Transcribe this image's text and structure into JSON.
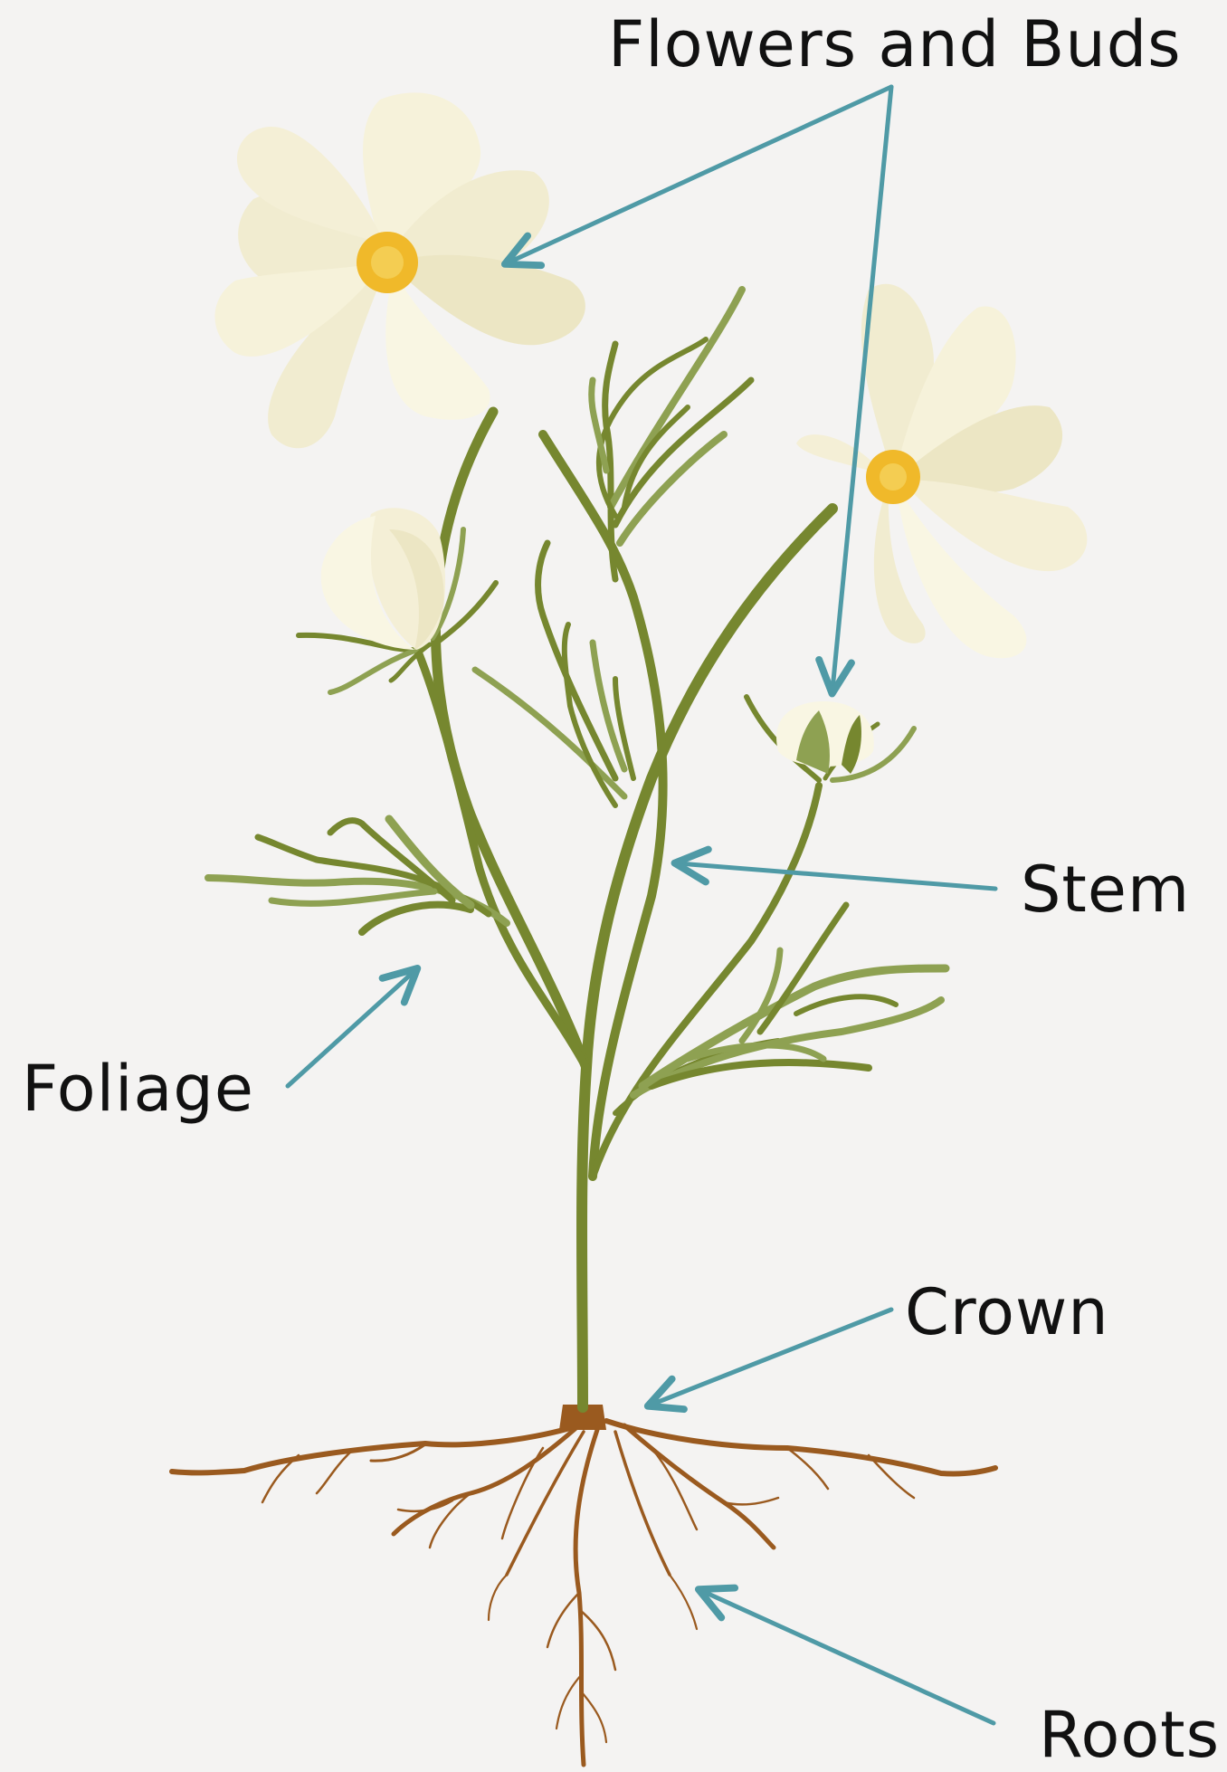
{
  "labels": {
    "flowers": "Flowers and Buds",
    "stem": "Stem",
    "foliage": "Foliage",
    "crown": "Crown",
    "roots": "Roots"
  },
  "colors": {
    "background": "#f4f3f2",
    "arrow": "#4f9aa6",
    "stem": "#76872f",
    "leaf_light": "#8ea152",
    "petal": "#f8f5df",
    "petal_shade": "#ece7c7",
    "flower_center": "#f0b92a",
    "root": "#9a5a1f"
  },
  "icons": {
    "arrows": "arrow-icon",
    "flower": "flower-icon",
    "bud": "bud-icon"
  }
}
